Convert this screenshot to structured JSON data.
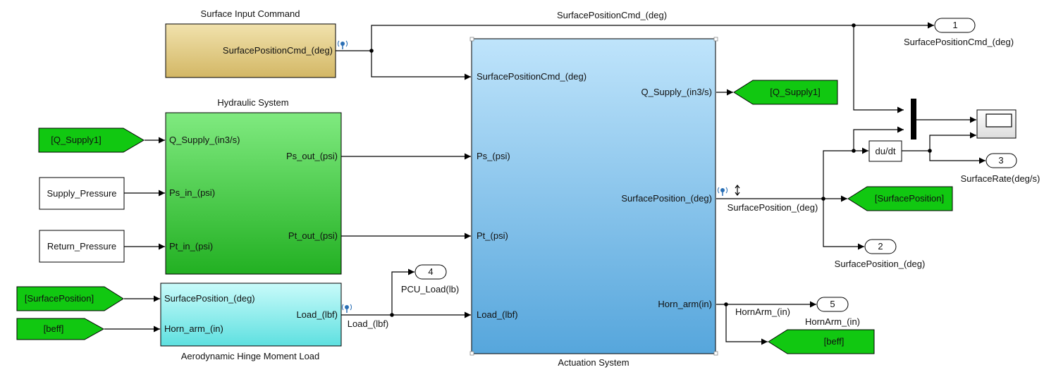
{
  "blocks": {
    "surface_input": {
      "title": "Surface Input Command",
      "port": "SurfacePositionCmd_(deg)",
      "color": "#e2cd8c"
    },
    "hydraulic": {
      "title": "Hydraulic System",
      "in1": "Q_Supply_(in3/s)",
      "in2": "Ps_in_(psi)",
      "in3": "Pt_in_(psi)",
      "out1": "Ps_out_(psi)",
      "out2": "Pt_out_(psi)",
      "color": "#4fd14f"
    },
    "aero": {
      "title": "Aerodynamic Hinge Moment Load",
      "in1": "SurfacePosition_(deg)",
      "in2": "Horn_arm_(in)",
      "out1": "Load_(lbf)",
      "color": "#7ff0ee"
    },
    "actuation": {
      "title": "Actuation System",
      "in1": "SurfacePositionCmd_(deg)",
      "in2": "Ps_(psi)",
      "in3": "Pt_(psi)",
      "in4": "Load_(lbf)",
      "out1": "Q_Supply_(in3/s)",
      "out2": "SurfacePosition_(deg)",
      "out3": "Horn_arm(in)",
      "color": "#8cc8f0"
    },
    "supply_pressure": "Supply_Pressure",
    "return_pressure": "Return_Pressure",
    "derivative": "du/dt"
  },
  "from_tags": {
    "q_supply": "[Q_Supply1]",
    "surface_position": "[SurfacePosition]",
    "beff": "[beff]"
  },
  "goto_tags": {
    "q_supply": "[Q_Supply1]",
    "surface_position": "[SurfacePosition]",
    "beff": "[beff]"
  },
  "outports": [
    {
      "number": "1",
      "label": "SurfacePositionCmd_(deg)"
    },
    {
      "number": "2",
      "label": "SurfacePosition_(deg)"
    },
    {
      "number": "3",
      "label": "SurfaceRate(deg/s)"
    },
    {
      "number": "4",
      "label": "PCU_Load(lb)"
    },
    {
      "number": "5",
      "label": "HornArm_(in)"
    }
  ],
  "signals": {
    "cmd": "SurfacePositionCmd_(deg)",
    "load": "Load_(lbf)",
    "surface_position": "SurfacePosition_(deg)",
    "horn_arm": "HornArm_(in)"
  },
  "colors": {
    "goto_from": "#11c811",
    "wire": "#000000",
    "test_point": "#2a6fb5"
  }
}
